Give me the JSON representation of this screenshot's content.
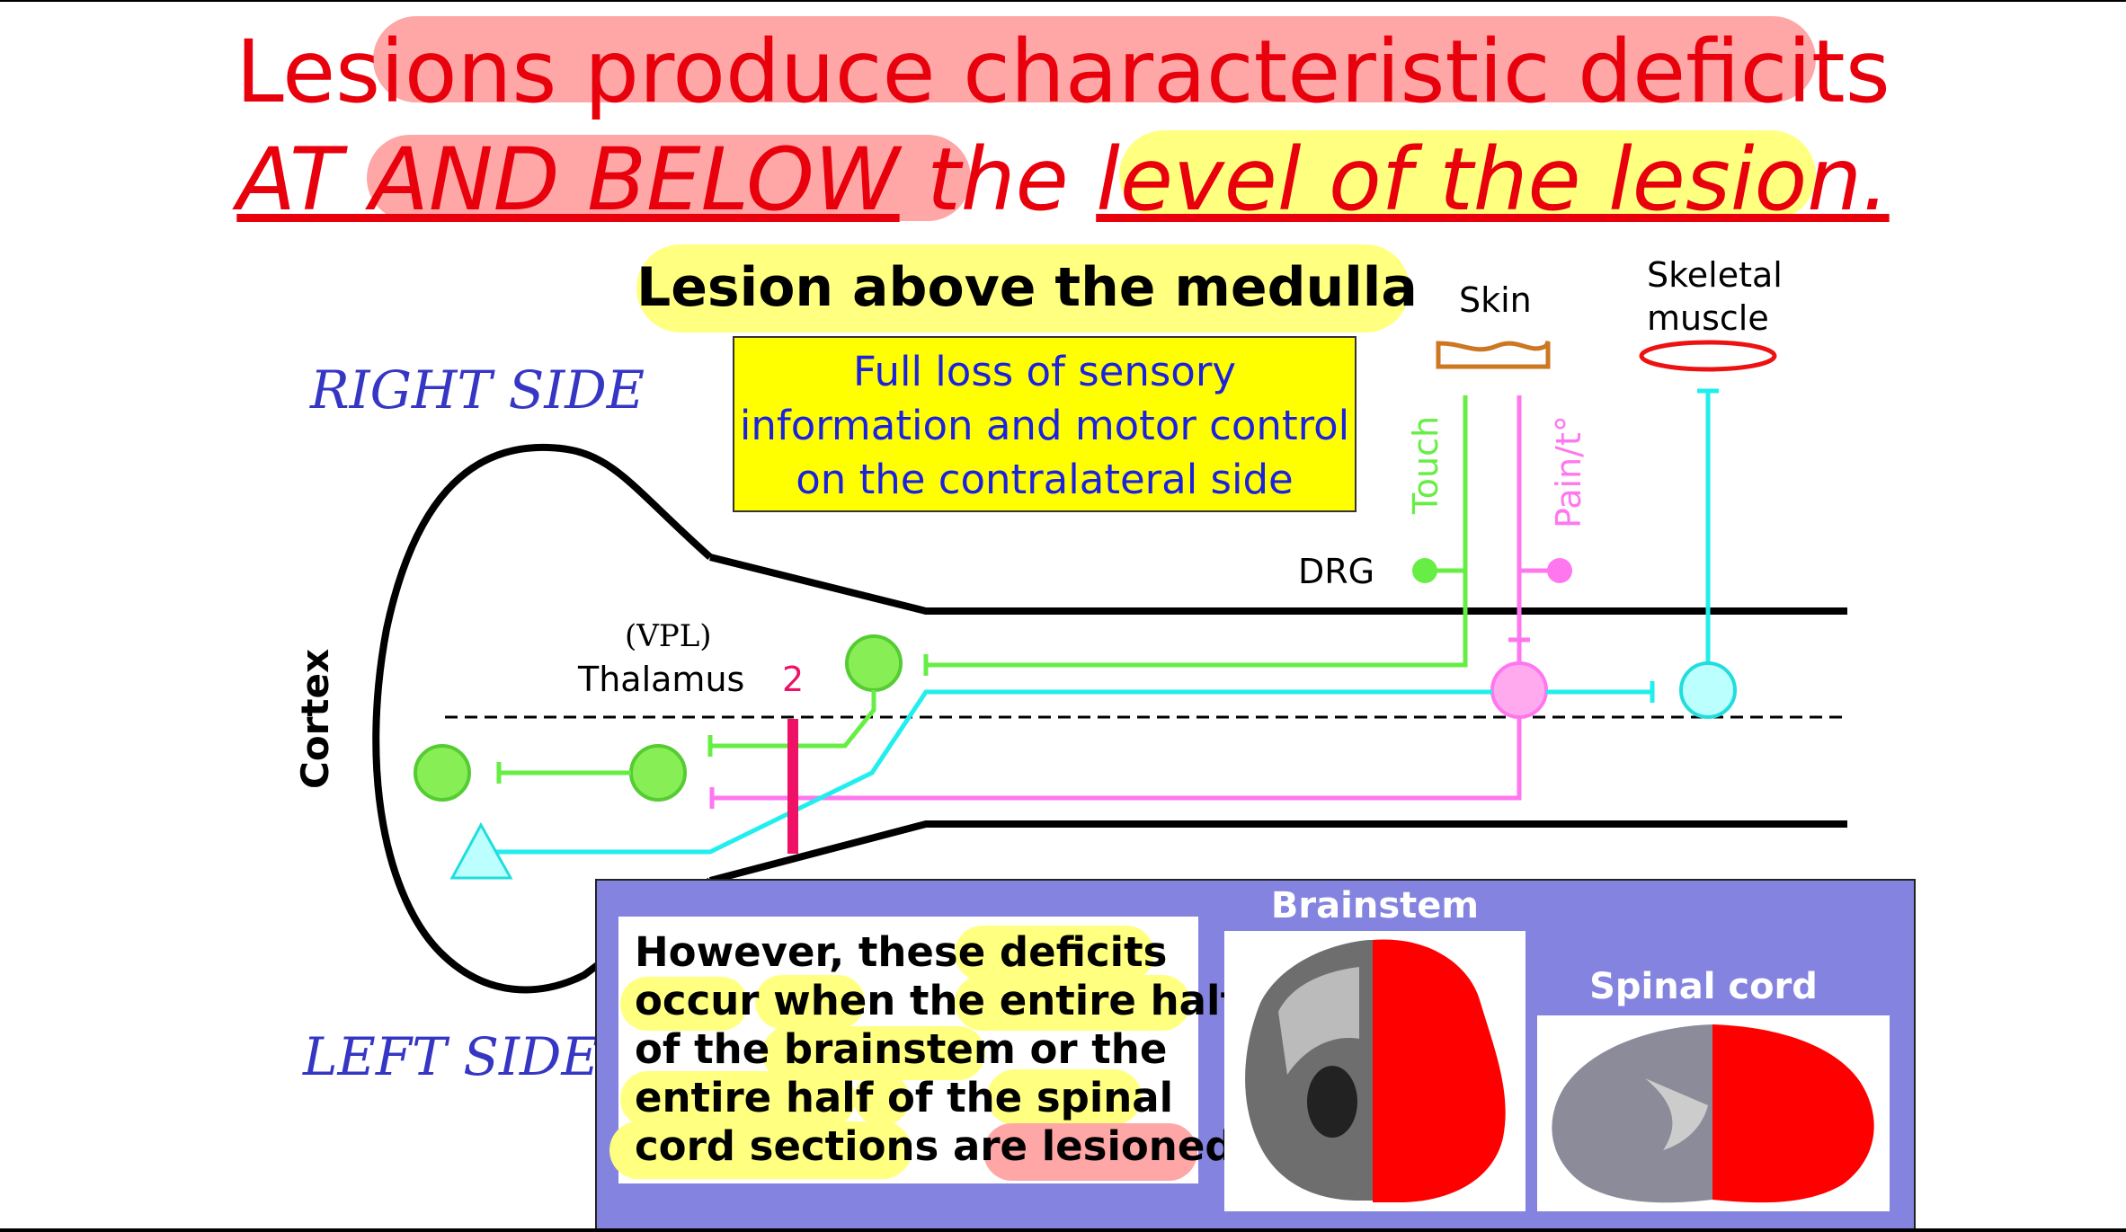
{
  "title": {
    "line1": "Lesions produce characteristic deficits",
    "line2_part1": "AT AND BELOW",
    "line2_part2": " the ",
    "line2_part3": "level of the lesion."
  },
  "subtitle": "Lesion above the medulla",
  "info_box": {
    "line1": "Full loss of sensory",
    "line2": "information and motor control",
    "line3": "on the contralateral side"
  },
  "sides": {
    "right": "RIGHT SIDE",
    "left": "LEFT SIDE"
  },
  "labels": {
    "cortex": "Cortex",
    "vpl": "(VPL)",
    "thalamus": "Thalamus",
    "lesion_number": "2",
    "skin": "Skin",
    "skeletal1": "Skeletal",
    "skeletal2": "muscle",
    "touch": "Touch",
    "pain": "Pain/t°",
    "drg": "DRG"
  },
  "panel": {
    "text_lines": [
      "However, these deficits",
      "occur when the entire half",
      "of the brainstem or the",
      "entire half of the spinal",
      "cord sections are lesioned"
    ],
    "brainstem_title": "Brainstem",
    "spinal_title": "Spinal cord"
  },
  "colors": {
    "title_red": "#e8000c",
    "title_highlight_pink": "#ffa0a0",
    "highlight_yellow": "#ffff80",
    "touch_green": "#66ee44",
    "pain_pink": "#ff77ee",
    "motor_cyan": "#22eeee",
    "lesion_magenta": "#ee1166",
    "panel_blue": "#8484e0"
  }
}
